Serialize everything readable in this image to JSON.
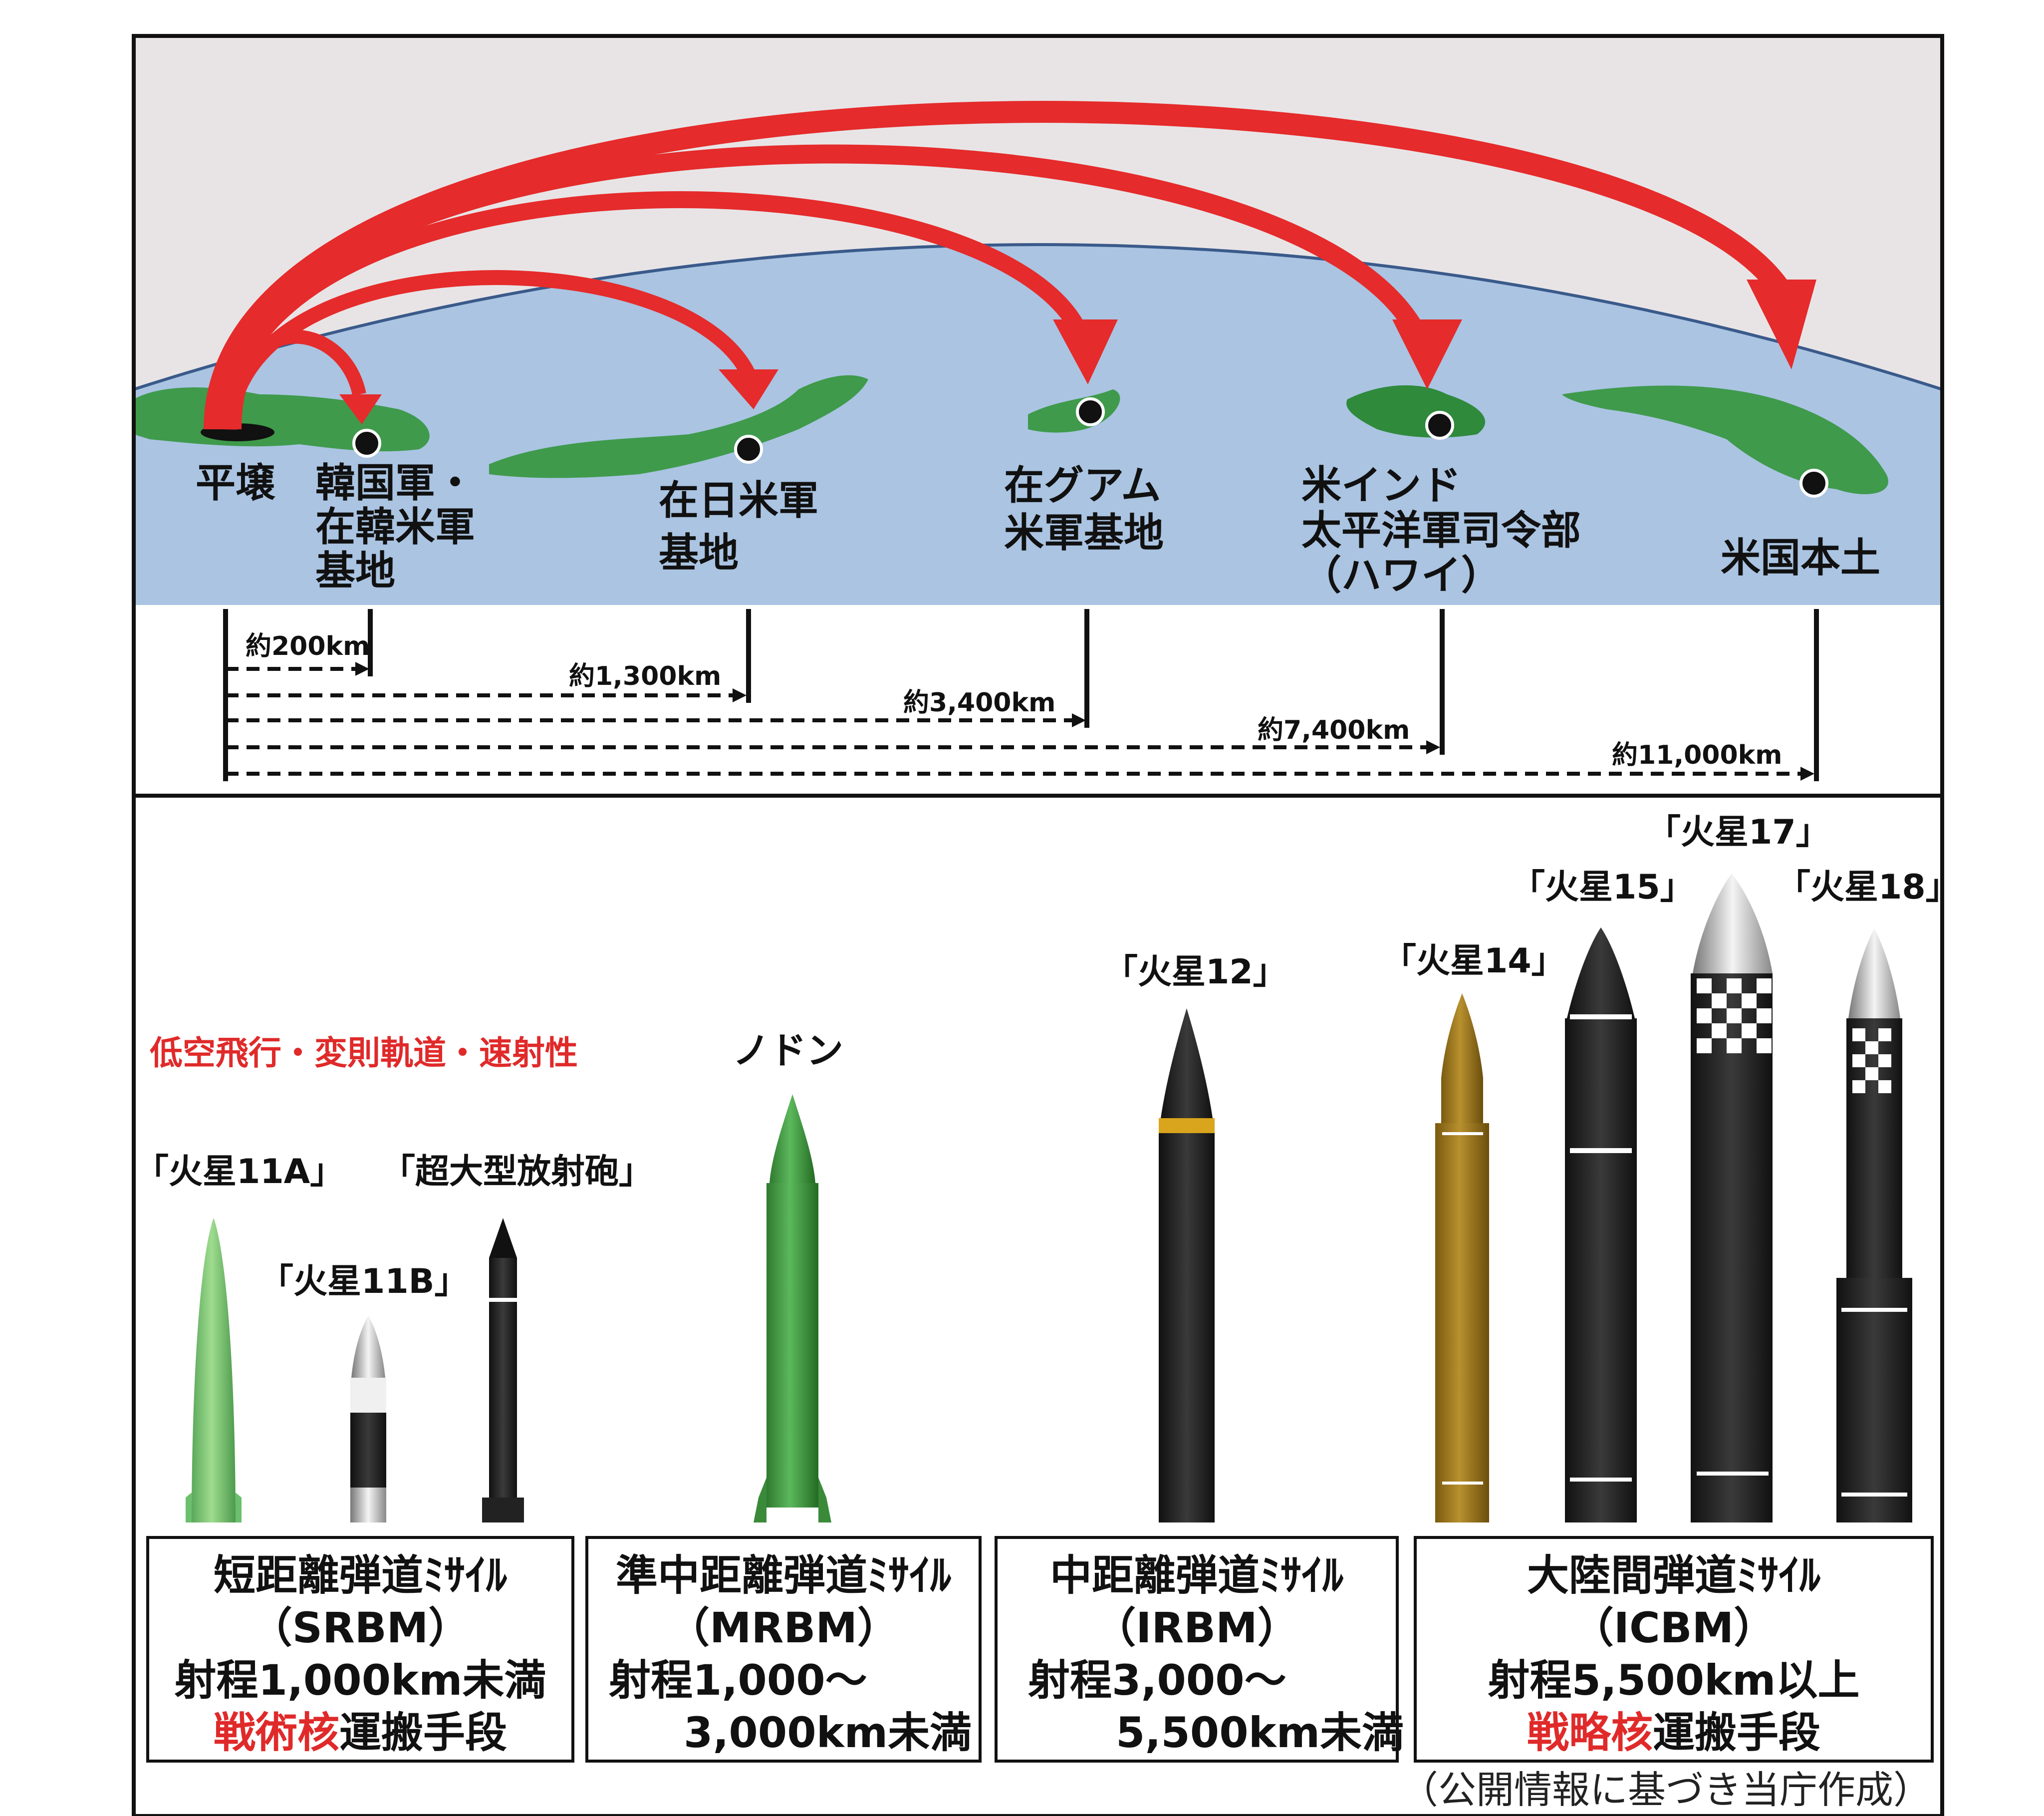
{
  "locations": {
    "pyongyang": "平壌",
    "korea_l1": "韓国軍・",
    "korea_l2": "在韓米軍",
    "korea_l3": "基地",
    "japan_l1": "在日米軍",
    "japan_l2": "基地",
    "guam_l1": "在グアム",
    "guam_l2": "米軍基地",
    "hawaii_l1": "米インド",
    "hawaii_l2": "太平洋軍司令部",
    "hawaii_l3": "（ハワイ）",
    "us_l1": "米国本土"
  },
  "distances": {
    "korea": "約200km",
    "japan": "約1,300km",
    "guam": "約3,400km",
    "hawaii": "約7,400km",
    "us": "約11,000km"
  },
  "missiles": {
    "feature_note": "低空飛行・変則軌道・速射性",
    "hs11a": "「火星11A」",
    "hs11b": "「火星11B」",
    "kn25": "「超大型放射砲」",
    "nodong": "ノドン",
    "hs12": "「火星12」",
    "hs14": "「火星14」",
    "hs15": "「火星15」",
    "hs17": "「火星17」",
    "hs18": "「火星18」"
  },
  "classes": {
    "srbm": {
      "name": "短距離弾道ﾐｻｲﾙ",
      "abbr": "（SRBM）",
      "range": "射程1,000km未満",
      "use_red": "戦術核",
      "use_black": "運搬手段"
    },
    "mrbm": {
      "name": "準中距離弾道ﾐｻｲﾙ",
      "abbr": "（MRBM）",
      "range_l1": "射程1,000～",
      "range_l2": "3,000km未満"
    },
    "irbm": {
      "name": "中距離弾道ﾐｻｲﾙ",
      "abbr": "（IRBM）",
      "range_l1": "射程3,000～",
      "range_l2": "5,500km未満"
    },
    "icbm": {
      "name": "大陸間弾道ﾐｻｲﾙ",
      "abbr": "（ICBM）",
      "range": "射程5,500km以上",
      "use_red": "戦略核",
      "use_black": "運搬手段"
    }
  },
  "source_note": "（公開情報に基づき当庁作成）",
  "colors": {
    "sky": "#e8e4e6",
    "ocean": "#aac4e2",
    "arrow": "#e52b2b",
    "land": "#3f9a4c",
    "note_red": "#e02a2a"
  }
}
